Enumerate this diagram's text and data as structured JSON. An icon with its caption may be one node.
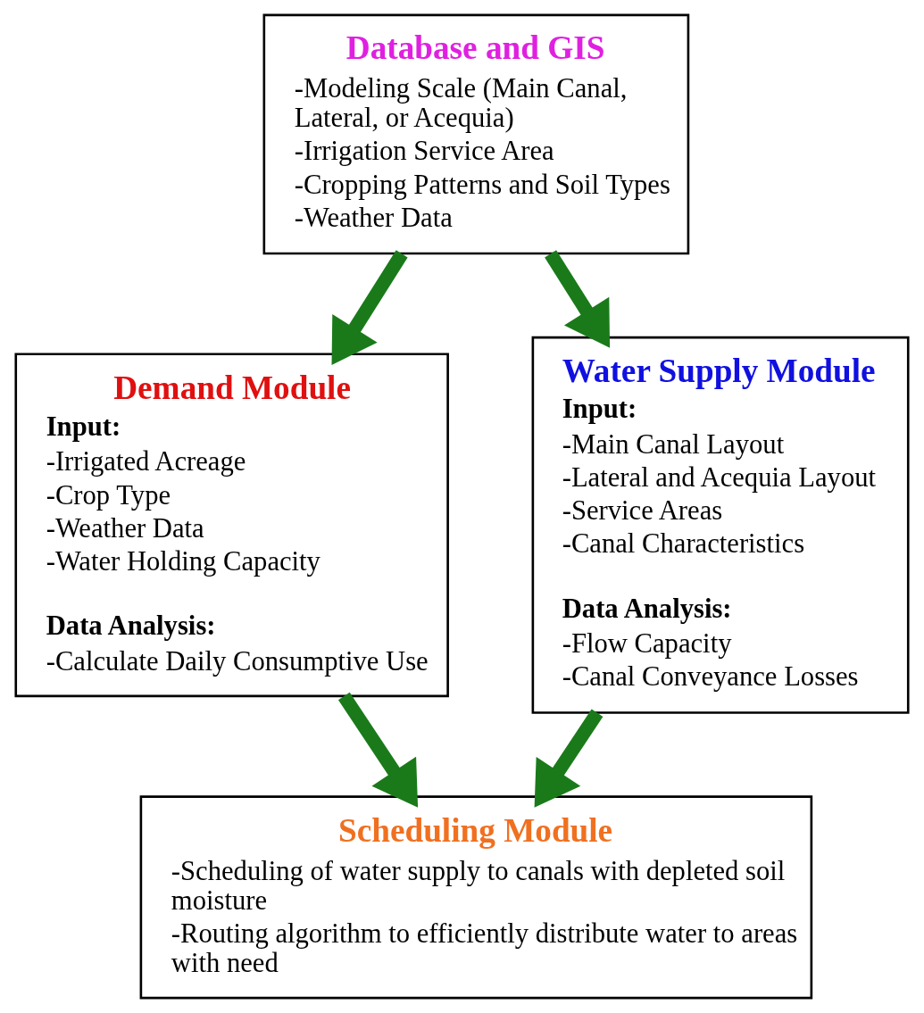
{
  "diagram": {
    "nodes": [
      {
        "text": [
          "Database and GIS",
          "-Modeling Scale (Main Canal, Lateral, or Acequia)",
          "-Irrigation Service Area",
          "-Cropping Patterns and Soil Types",
          "-Weather Data"
        ]
      },
      {
        "text": [
          "Demand Module",
          "Input:",
          "-Irrigated Acreage",
          "-Crop Type",
          "-Weather Data",
          "-Water Holding Capacity",
          "Data Analysis:",
          "-Calculate Daily Consumptive Use"
        ]
      },
      {
        "text": [
          "Water Supply Module",
          "Input:",
          "-Main Canal Layout",
          "-Lateral and Acequia Layout",
          "-Service Areas",
          "-Canal Characteristics",
          "Data Analysis:",
          "-Flow Capacity",
          "-Canal Conveyance Losses"
        ]
      },
      {
        "text": [
          "Scheduling Module",
          "-Scheduling of water supply to canals with depleted soil moisture",
          "-Routing algorithm to efficiently distribute water to areas with need"
        ]
      }
    ],
    "edges": [
      {
        "from": 0,
        "to": 1,
        "arrow": "to"
      },
      {
        "from": 0,
        "to": 2,
        "arrow": "to"
      },
      {
        "from": 1,
        "to": 3,
        "arrow": "to"
      },
      {
        "from": 2,
        "to": 3,
        "arrow": "to"
      }
    ]
  }
}
